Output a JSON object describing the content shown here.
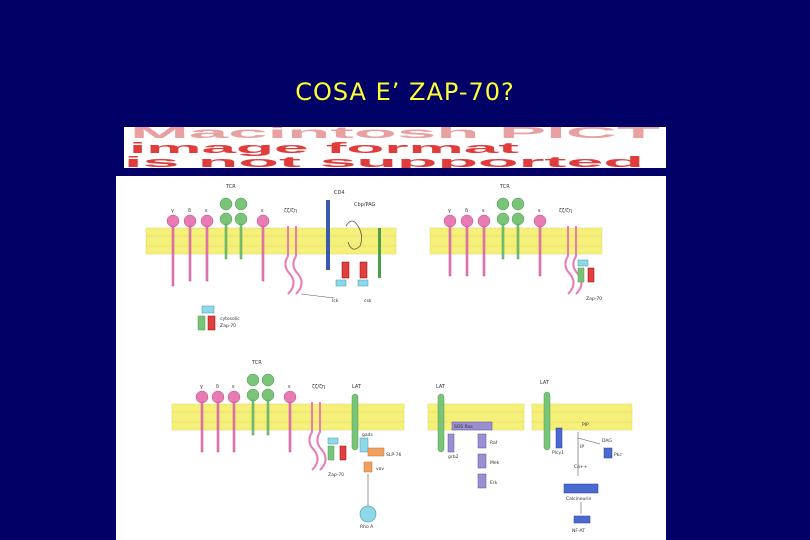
{
  "slide": {
    "title": "COSA E’ ZAP-70?"
  },
  "pict_placeholder": {
    "line1": "Macintosh PICT",
    "line2": "image format",
    "line3": "is not supported",
    "text_color": "#e03c3c"
  },
  "figure": {
    "panel_a": {
      "tcr": "TCR",
      "gamma": "γ",
      "delta": "δ",
      "epsilon1": "ε",
      "epsilon2": "ε",
      "zeta": "ζζ/ζη",
      "cd4": "CD4",
      "cbp": "Cbp/PAG",
      "lck": "lck",
      "csk": "csk",
      "cytosolic_zap": "cytosolic",
      "cytosolic_zap2": "Zap-70"
    },
    "panel_b": {
      "tcr": "TCR",
      "gamma": "γ",
      "delta": "δ",
      "epsilon1": "ε",
      "epsilon2": "ε",
      "zeta": "ζζ/ζη",
      "zap": "Zap-70"
    },
    "panel_c": {
      "tcr": "TCR",
      "gamma": "γ",
      "delta": "δ",
      "epsilon1": "ε",
      "epsilon2": "ε",
      "zeta": "ζζ/ζη",
      "lat": "LAT",
      "gads": "gads",
      "slp76": "SLP-76",
      "vav": "vav",
      "zap": "Zap-70",
      "rho": "Rho A"
    },
    "panel_d": {
      "lat": "LAT",
      "sos": "SOS Ras",
      "grb2": "grb2",
      "raf": "Raf",
      "mek": "Mek",
      "erk": "Erk"
    },
    "panel_e": {
      "lat": "LAT",
      "pip": "PIP",
      "plcg": "Plcγ1",
      "ip": "IP",
      "dag": "DAG",
      "ca": "Ca++",
      "pkc": "Pkc",
      "calcineurin": "Calcineurin",
      "nfat": "NF-AT"
    },
    "colors": {
      "membrane": "#f5f07a",
      "pink": "#e87ab4",
      "green": "#7ac47a",
      "red": "#e04040",
      "cyan": "#8fd8e8",
      "purple": "#9a8fd0",
      "orange": "#f0a060",
      "blue": "#4a6ad0"
    }
  }
}
